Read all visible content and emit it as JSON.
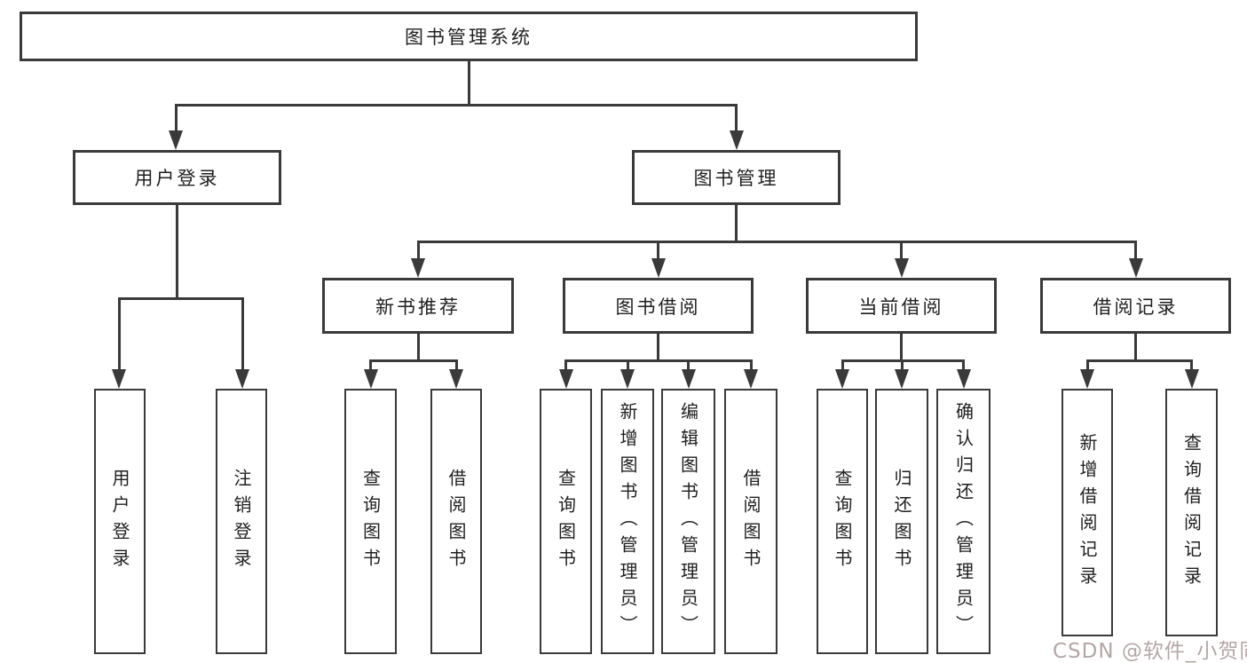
{
  "diagram": {
    "type": "hierarchy-tree",
    "tree": {
      "root": {
        "label": "图书管理系统"
      },
      "level2": [
        {
          "id": "user-login",
          "label": "用户登录"
        },
        {
          "id": "book-management",
          "label": "图书管理"
        }
      ],
      "level3": [
        {
          "id": "new-book-recommend",
          "label": "新书推荐",
          "parent": "book-management"
        },
        {
          "id": "book-borrow",
          "label": "图书借阅",
          "parent": "book-management"
        },
        {
          "id": "current-borrow",
          "label": "当前借阅",
          "parent": "book-management"
        },
        {
          "id": "borrow-records",
          "label": "借阅记录",
          "parent": "book-management"
        }
      ],
      "leaves": {
        "user_login": [
          {
            "label": "用户登录"
          },
          {
            "label": "注销登录"
          }
        ],
        "new_book_recommend": [
          {
            "label": "查询图书"
          },
          {
            "label": "借阅图书"
          }
        ],
        "book_borrow": [
          {
            "label": "查询图书"
          },
          {
            "label": "新增图书（管理员）"
          },
          {
            "label": "编辑图书（管理员）"
          },
          {
            "label": "借阅图书"
          }
        ],
        "current_borrow": [
          {
            "label": "查询图书"
          },
          {
            "label": "归还图书"
          },
          {
            "label": "确认归还（管理员）"
          }
        ],
        "borrow_records": [
          {
            "label": "新增借阅记录"
          },
          {
            "label": "查询借阅记录"
          }
        ]
      }
    },
    "colors": {
      "line": "#3a3a3a",
      "box_background": "#ffffff",
      "text": "#1f1f1f",
      "watermark": "#b5a6a6"
    }
  },
  "watermark": {
    "text": "CSDN @软件_小贺同学"
  }
}
